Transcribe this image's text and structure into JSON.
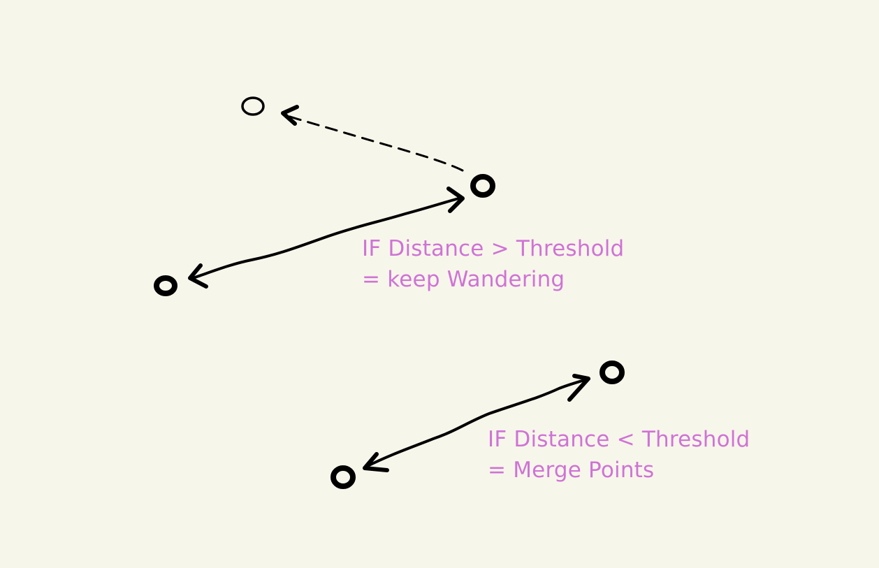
{
  "colors": {
    "background": "#f7f6ea",
    "ink": "#000000",
    "annotation": "#cf73d6"
  },
  "annotations": {
    "far_case": {
      "line1": "IF Distance > Threshold",
      "line2": "= keep Wandering"
    },
    "near_case": {
      "line1": "IF Distance < Threshold",
      "line2": "= Merge Points"
    }
  }
}
